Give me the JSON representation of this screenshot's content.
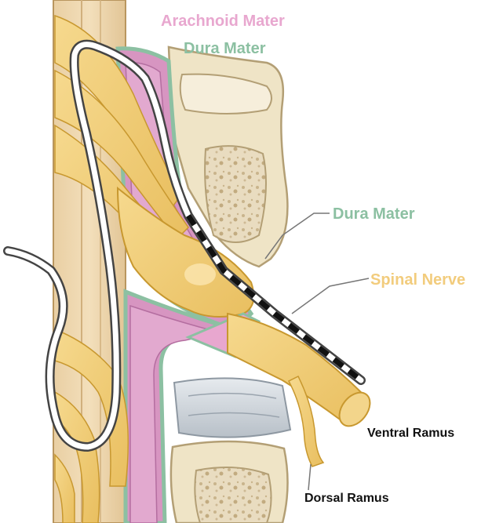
{
  "labels": {
    "arachnoid_mater": "Arachnoid Mater",
    "dura_mater_top": "Dura Mater",
    "dura_mater_mid": "Dura Mater",
    "spinal_nerve": "Spinal Nerve",
    "ventral_ramus": "Ventral Ramus",
    "dorsal_ramus": "Dorsal Ramus"
  },
  "colors": {
    "arachnoid": "#e8a7cf",
    "dura": "#8cc0a2",
    "nerve": "#f2cc7d",
    "bone": "#efe4c6",
    "disc": "#d3d9df",
    "catheter_outline": "#444444"
  }
}
